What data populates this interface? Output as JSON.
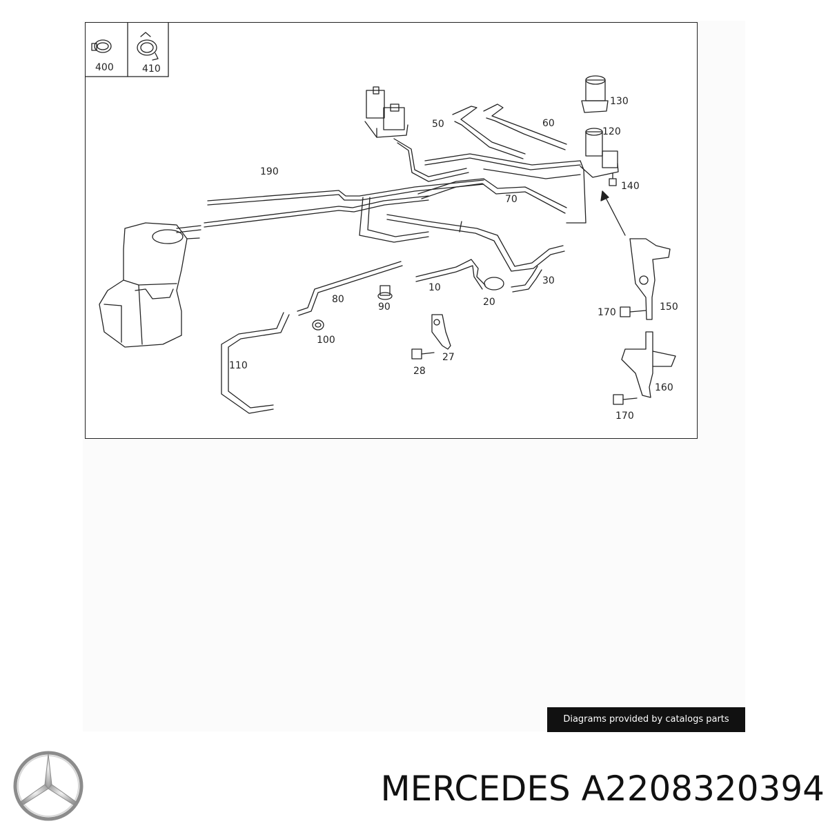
{
  "diagram": {
    "legend_parts": [
      "400",
      "410"
    ],
    "callouts": [
      "190",
      "50",
      "60",
      "130",
      "120",
      "140",
      "70",
      "10",
      "20",
      "30",
      "90",
      "80",
      "100",
      "110",
      "27",
      "28",
      "150",
      "170",
      "160",
      "170"
    ]
  },
  "footer": {
    "credit_text": "Diagrams provided by catalogs parts",
    "brand": "MERCEDES",
    "part_number": "A2208320394",
    "logo_icon": "mercedes-star-icon",
    "accent_color": "#111111"
  }
}
